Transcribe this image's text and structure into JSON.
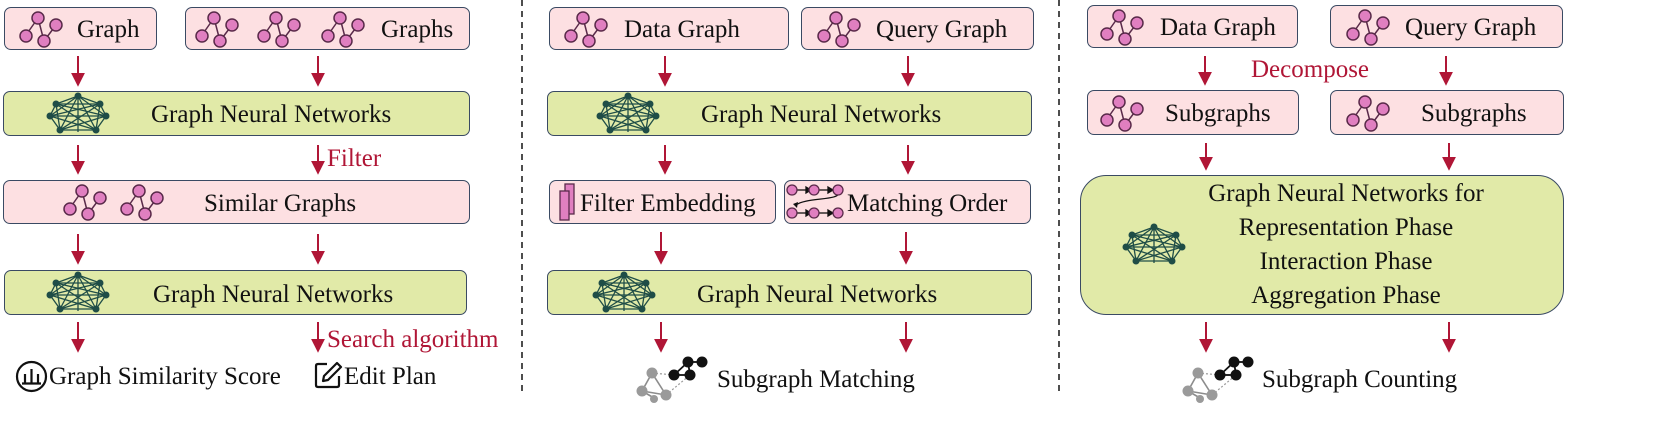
{
  "panel1": {
    "graph": "Graph",
    "graphs": "Graphs",
    "gnn_top": "Graph Neural Networks",
    "filter": "Filter",
    "similar_graphs": "Similar Graphs",
    "gnn_bottom": "Graph Neural Networks",
    "search_algorithm": "Search algorithm",
    "similarity_score": "Graph Similarity Score",
    "edit_plan": "Edit Plan"
  },
  "panel2": {
    "data_graph": "Data Graph",
    "query_graph": "Query Graph",
    "gnn_top": "Graph Neural Networks",
    "filter_embedding": "Filter Embedding",
    "matching_order": "Matching Order",
    "gnn_bottom": "Graph Neural Networks",
    "output": "Subgraph Matching"
  },
  "panel3": {
    "data_graph": "Data Graph",
    "query_graph": "Query Graph",
    "decompose": "Decompose",
    "subgraphs_left": "Subgraphs",
    "subgraphs_right": "Subgraphs",
    "gnn_line1": "Graph Neural Networks for",
    "gnn_line2": "Representation Phase",
    "gnn_line3": "Interaction Phase",
    "gnn_line4": "Aggregation Phase",
    "output": "Subgraph Counting"
  },
  "colors": {
    "pink_box": "#fde0e2",
    "green_box": "#e1eaa8",
    "border": "#3a4a63",
    "arrow_red": "#b01636",
    "node_pink": "#e07fc0",
    "gnn_dark": "#1f4d47"
  },
  "icons": [
    "graph-icon",
    "gnn-icon",
    "filter-embedding-icon",
    "matching-order-icon",
    "score-icon",
    "edit-icon",
    "subgraph-match-icon"
  ]
}
